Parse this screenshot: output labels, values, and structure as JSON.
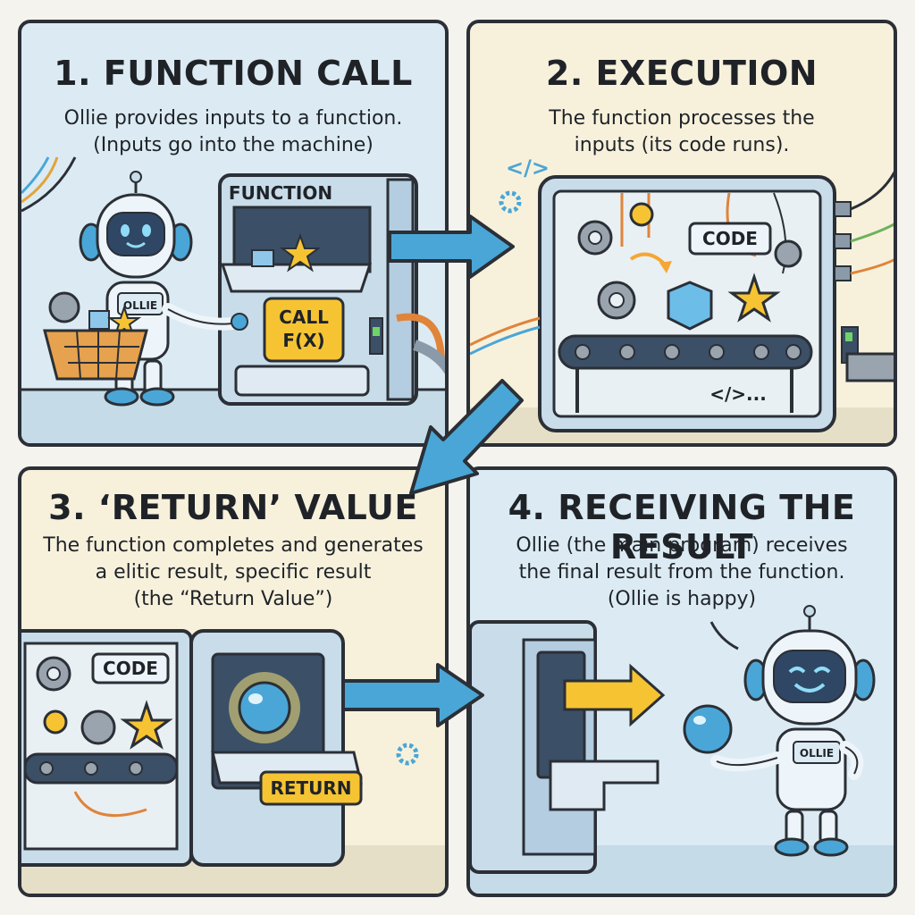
{
  "panels": [
    {
      "title": "1. FUNCTION CALL",
      "desc": [
        "Ollie provides inputs to a function.",
        "(Inputs go into the machine)"
      ],
      "labels": {
        "machine": "FUNCTION",
        "button": [
          "CALL",
          "F(X)"
        ],
        "robot_badge": "OLLIE"
      }
    },
    {
      "title": "2. EXECUTION",
      "desc": [
        "The function processes the",
        "inputs (its code runs)."
      ],
      "labels": {
        "code_sign": "CODE",
        "code_glyph": "</>...",
        "corner_glyph": "</>"
      }
    },
    {
      "title": "3. ‘RETURN’ VALUE",
      "desc": [
        "The function completes and generates",
        "a elitic result, specific result",
        "(the “Return Value”)"
      ],
      "labels": {
        "code_sign": "CODE",
        "tray": "RETURN"
      }
    },
    {
      "title": "4. RECEIVING THE RESULT",
      "desc": [
        "Ollie (the main program) receives",
        "the final result from the function.",
        "(Ollie is happy)"
      ],
      "labels": {
        "robot_badge": "OLLIE"
      }
    }
  ],
  "colors": {
    "outline": "#2b2f36",
    "panel_blue": "#dcebf3",
    "panel_cream": "#f7f1dc",
    "machine": "#c8dcea",
    "arrow_blue": "#4aa6d6",
    "accent_yellow": "#f6c433",
    "wire_orange": "#e0843a"
  },
  "icons": [
    "robot-icon",
    "gear-icon",
    "star-icon",
    "cube-icon",
    "orb-icon",
    "arrow-right-icon",
    "arrow-down-left-icon",
    "code-icon"
  ]
}
